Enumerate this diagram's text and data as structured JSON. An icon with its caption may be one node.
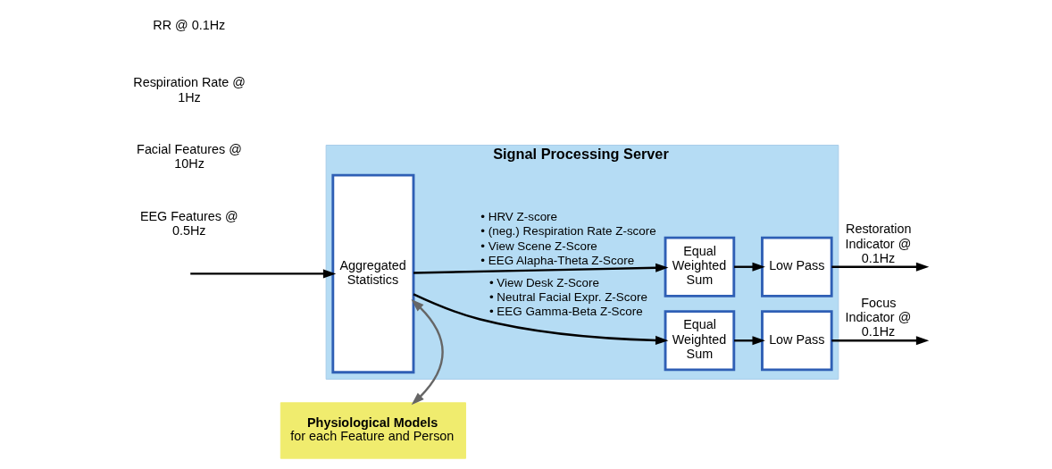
{
  "diagram": {
    "nodes": [
      {
        "text": [
          "Physiological Models",
          "for each Feature and Person"
        ]
      },
      {
        "text": [
          "Signal Processing Server"
        ]
      },
      {
        "text": [
          "Aggregated Statistics"
        ],
        "in": 1
      },
      {
        "text": [
          "Equal Weighted Sum"
        ],
        "in": 1
      },
      {
        "text": [
          "Low Pass"
        ],
        "in": 1
      },
      {
        "text": [
          "Equal Weighted Sum"
        ],
        "in": 1
      },
      {
        "text": [
          "Low Pass"
        ],
        "in": 1
      }
    ],
    "edges": [
      {
        "from": 0,
        "to": 2,
        "arrow": "both",
        "color": "#666666"
      },
      {
        "from": null,
        "to": 2,
        "arrow": "to"
      },
      {
        "from": 2,
        "to": 3,
        "arrow": "to"
      },
      {
        "from": 3,
        "to": 4,
        "arrow": "to"
      },
      {
        "from": 4,
        "to": null,
        "arrow": "to",
        "label": "Restoration Indicator @ 0.1Hz"
      },
      {
        "from": 2,
        "to": 5,
        "arrow": "to"
      },
      {
        "from": 5,
        "to": 6,
        "arrow": "to"
      },
      {
        "from": 6,
        "to": null,
        "arrow": "to",
        "label": "Focus Indicator @ 0.1Hz"
      }
    ],
    "labels": [
      "RR @ 0.1Hz",
      "Respiration Rate @ 1Hz",
      "Facial Features @ 10Hz",
      "EEG Features @ 0.5Hz",
      "• HRV Z-score",
      "• (neg.) Respiration Rate Z-score",
      "• View Scene Z-Score",
      "• EEG Alapha-Theta Z-Score",
      "• View Desk Z-Score",
      "• Neutral Facial Expr. Z-Score",
      "• EEG Gamma-Beta Z-Score"
    ]
  }
}
